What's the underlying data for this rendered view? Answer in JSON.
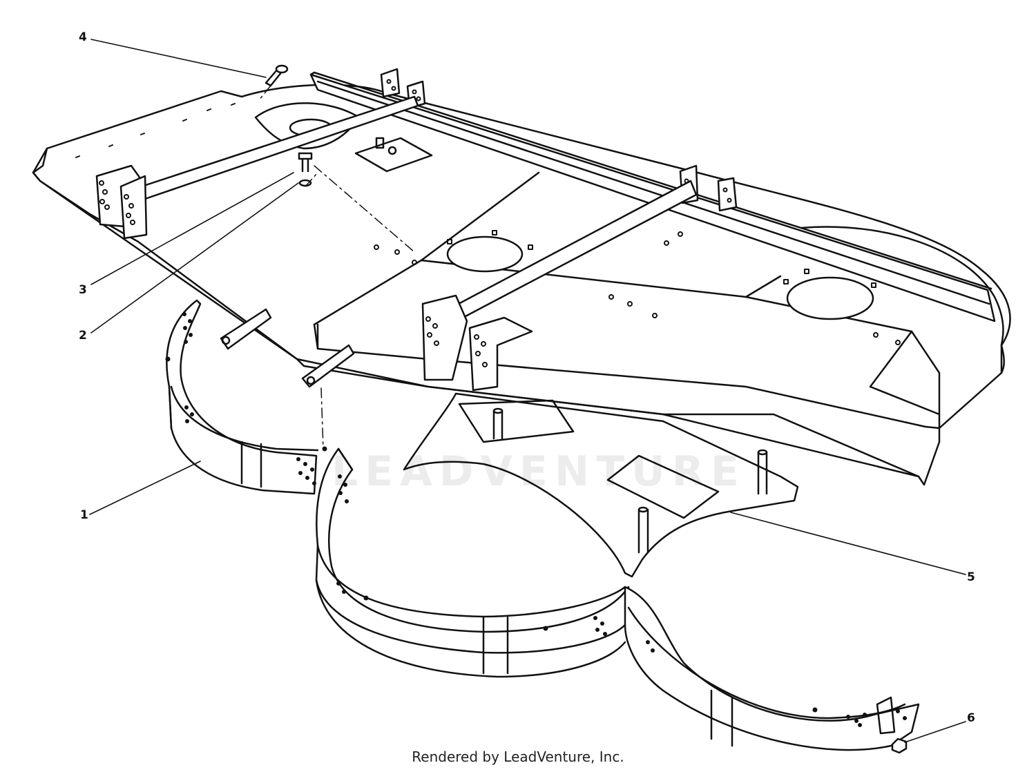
{
  "diagram": {
    "callouts": [
      {
        "id": "1",
        "label": "1"
      },
      {
        "id": "2",
        "label": "2"
      },
      {
        "id": "3",
        "label": "3"
      },
      {
        "id": "4",
        "label": "4"
      },
      {
        "id": "5",
        "label": "5"
      },
      {
        "id": "6",
        "label": "6"
      }
    ],
    "watermark": "LEADVENTURE",
    "footer": "Rendered by LeadVenture, Inc."
  }
}
